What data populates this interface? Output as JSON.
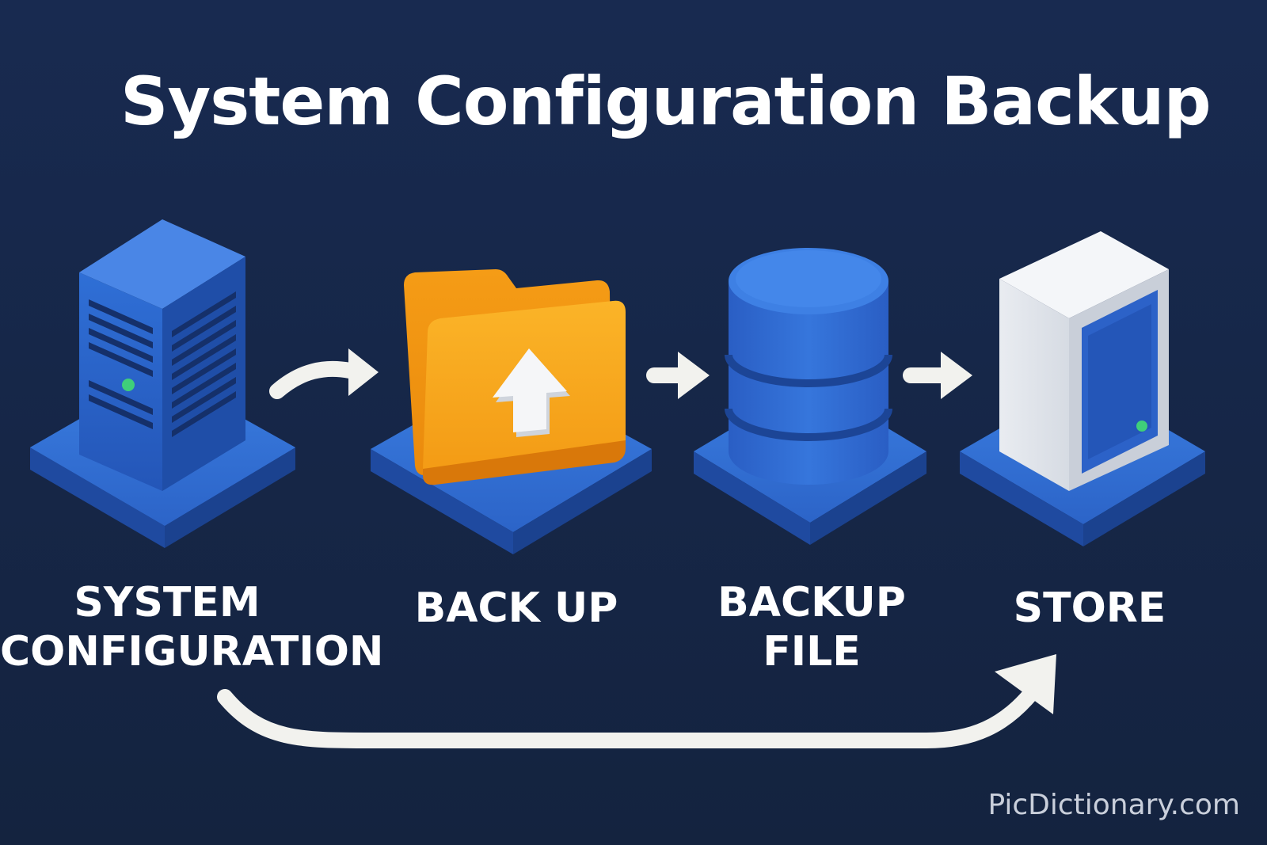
{
  "title": "System Configuration Backup",
  "steps": [
    {
      "lines": [
        "SYSTEM",
        "CONFIGURATION"
      ],
      "icon": "server-tower-icon"
    },
    {
      "lines": [
        "BACK UP"
      ],
      "icon": "folder-upload-icon"
    },
    {
      "lines": [
        "BACKUP",
        "FILE"
      ],
      "icon": "database-icon"
    },
    {
      "lines": [
        "STORE"
      ],
      "icon": "storage-device-icon"
    }
  ],
  "watermark": "PicDictionary.com",
  "colors": {
    "background": "#17284d",
    "accent_blue": "#2f6fd6",
    "folder_orange": "#f7a21b",
    "arrow": "#f2f2ee",
    "led": "#3fcf7a"
  }
}
